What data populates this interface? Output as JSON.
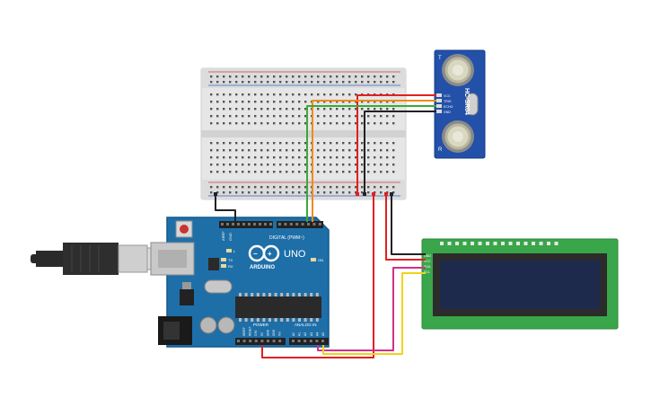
{
  "sensor": {
    "model": "HC-SR04",
    "pins": [
      "VCC",
      "TRIG",
      "ECHO",
      "GND"
    ],
    "t_label": "T",
    "r_label": "R"
  },
  "arduino": {
    "brand": "ARDUINO",
    "model": "UNO",
    "on_label": "ON",
    "tx_label": "TX",
    "rx_label": "RX",
    "l_label": "L",
    "digital_label": "DIGITAL (PWM~)",
    "power_label": "POWER",
    "analog_label": "ANALOG IN",
    "aref_label": "AREF",
    "gnd_label": "GND",
    "analog_pins": [
      "A0",
      "A1",
      "A2",
      "A3",
      "A4",
      "A5"
    ],
    "power_pins": [
      "IOREF",
      "RESET",
      "3.3V",
      "5V",
      "GND",
      "GND",
      "Vin"
    ]
  },
  "lcd": {
    "pins": [
      "GND",
      "VCC",
      "SDA",
      "SCL"
    ]
  },
  "colors": {
    "red": "#e02020",
    "black": "#222222",
    "orange": "#f08a1c",
    "green": "#3aaa35",
    "magenta": "#d0308a",
    "yellow": "#f2d21a",
    "board": "#1e6fa8",
    "lcd_pcb": "#3aa64a",
    "sensor_pcb": "#2350a8"
  }
}
